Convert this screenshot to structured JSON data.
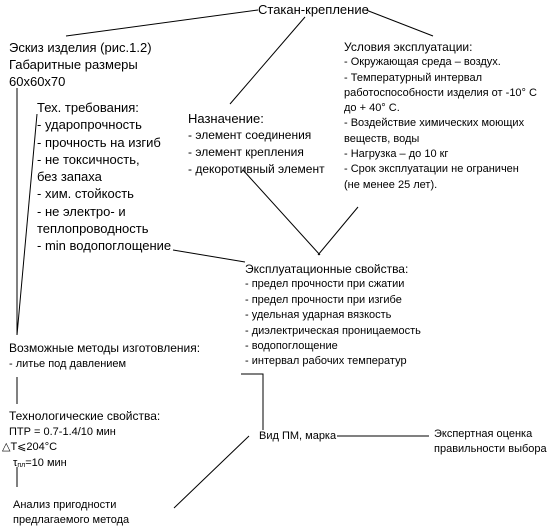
{
  "root": {
    "title": "Стакан-крепление"
  },
  "sketch": {
    "lines": [
      "Эскиз изделия (рис.1.2)",
      "Габаритные размеры",
      "60х60х70"
    ]
  },
  "tech_requirements": {
    "title": "Тех. требования:",
    "items": [
      "- ударопрочность",
      "- прочность на изгиб",
      "- не токсичность,",
      "без запаха",
      "- хим. стойкость",
      "- не электро- и",
      "теплопроводность",
      "- min водопоглощение"
    ]
  },
  "purpose": {
    "title": "Назначение:",
    "items": [
      "- элемент соединения",
      "- элемент крепления",
      "- декоротивный элемент"
    ]
  },
  "operating_conditions": {
    "title": "Условия эксплуатации:",
    "items": [
      "- Окружающая среда – воздух.",
      "- Температурный интервал",
      "работоспособности изделия от -10° С",
      "до + 40° С.",
      "- Воздействие химических моющих",
      "веществ, воды",
      "- Нагрузка – до 10 кг",
      "- Срок эксплуатации не ограничен",
      "(не менее 25 лет)."
    ]
  },
  "operational_properties": {
    "title": "Эксплуатационные свойства:",
    "items": [
      "- предел прочности при сжатии",
      "- предел прочности при изгибе",
      "- удельная ударная вязкость",
      "- диэлектрическая проницаемость",
      "- водопоглощение",
      "- интервал рабочих температур"
    ]
  },
  "methods": {
    "title": "Возможные методы изготовления:",
    "items": [
      "- литье под давлением"
    ]
  },
  "tech_properties": {
    "title": "Технологические свойства:",
    "ptr": "ПТР = 0.7-1.4/10 мин",
    "delta_t": "△T⩽204°С",
    "tau_symbol": "τ",
    "tau_sub": "пл",
    "tau_value": "=10 мин"
  },
  "material": {
    "label": "Вид ПМ, марка"
  },
  "expert": {
    "lines": [
      "Экспертная оценка",
      "правильности выбора"
    ]
  },
  "analysis": {
    "lines": [
      "Анализ пригодности",
      "предлагаемого метода"
    ]
  }
}
